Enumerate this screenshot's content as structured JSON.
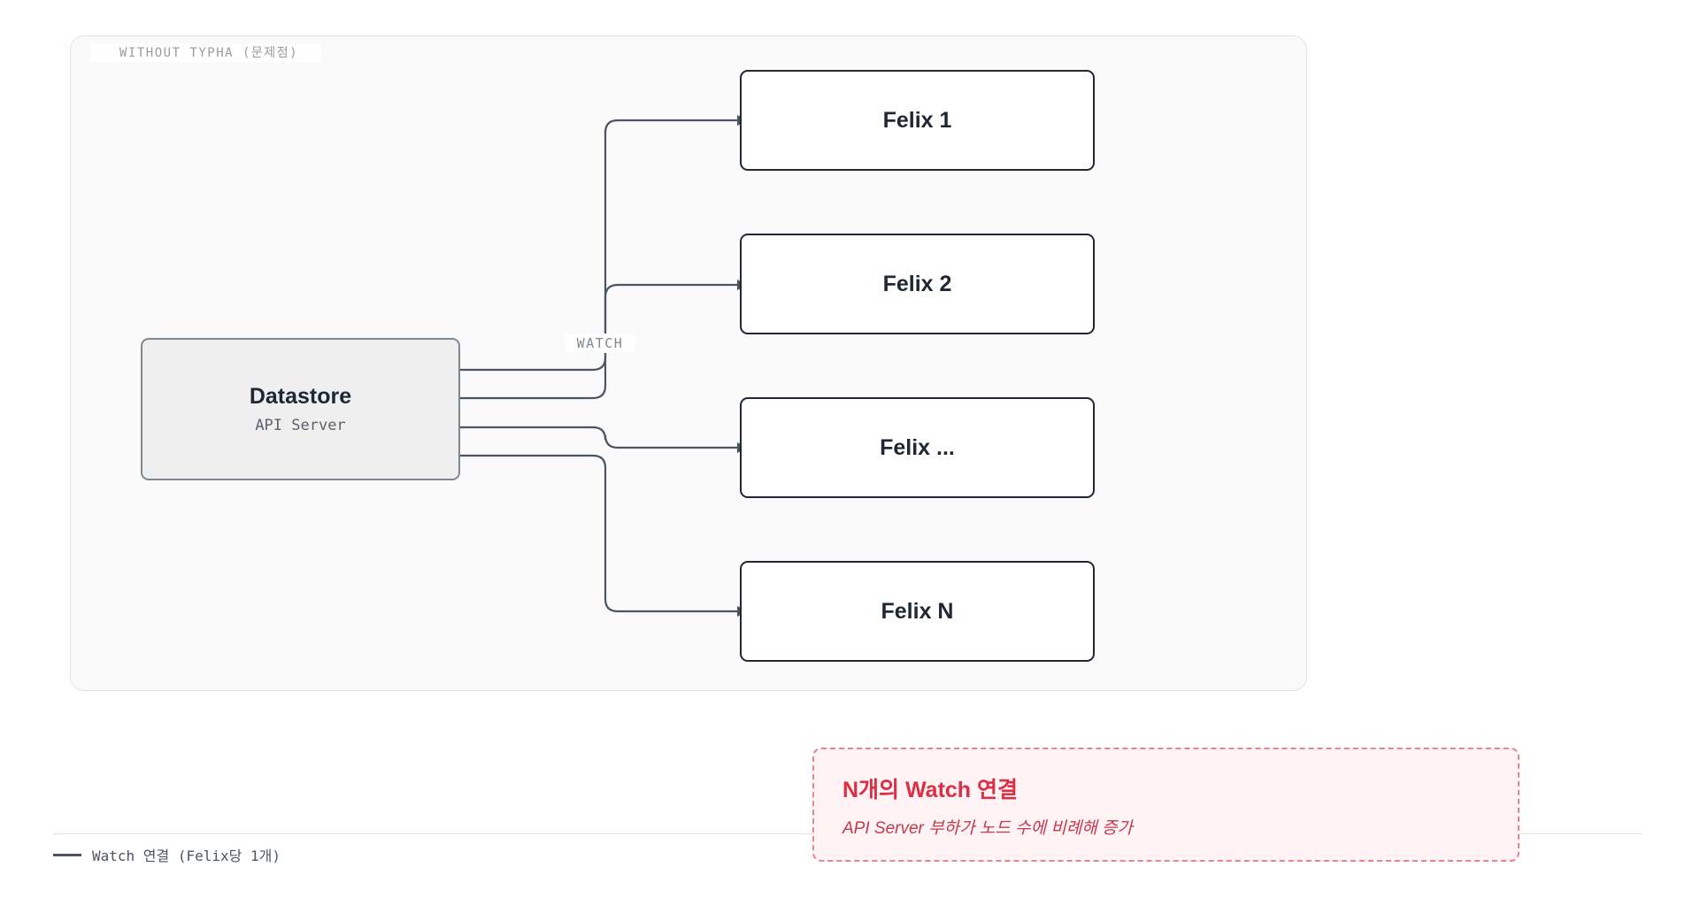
{
  "group": {
    "label": "WITHOUT TYPHA (문제점)"
  },
  "datastore": {
    "title": "Datastore",
    "subtitle": "API Server"
  },
  "felix_nodes": [
    {
      "label": "Felix 1"
    },
    {
      "label": "Felix 2"
    },
    {
      "label": "Felix ..."
    },
    {
      "label": "Felix N"
    }
  ],
  "edge_label": "WATCH",
  "callout": {
    "title": "N개의 Watch 연결",
    "subtitle": "API Server 부하가 노드 수에 비례해 증가"
  },
  "legend": {
    "label": "Watch 연결 (Felix당 1개)"
  },
  "colors": {
    "edge": "#4d555f",
    "callout_accent": "#dc2f43",
    "node_border": "#1f2733"
  }
}
